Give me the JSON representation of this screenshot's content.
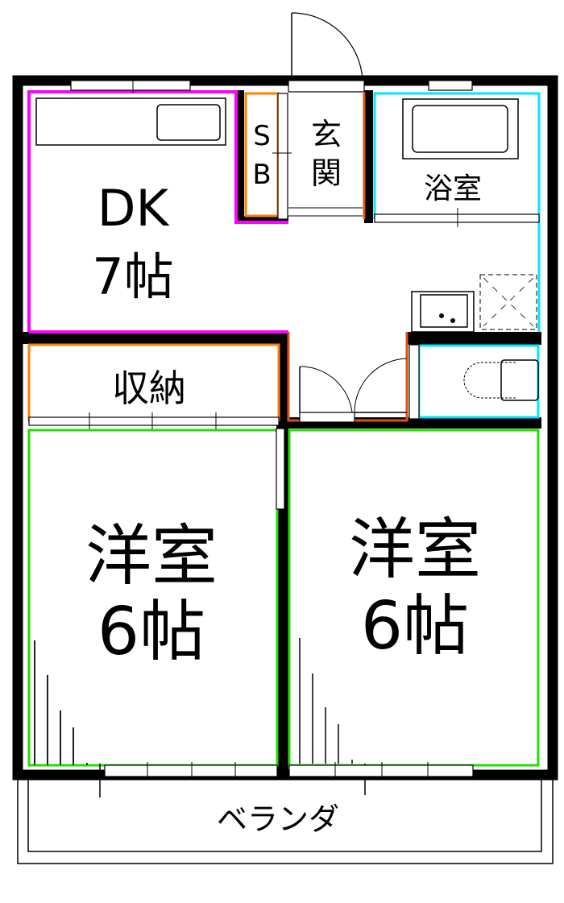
{
  "floorplan": {
    "rooms": {
      "dk": {
        "name": "DK",
        "size": "7帖"
      },
      "shoebox": {
        "line1": "S",
        "line2": "B"
      },
      "entrance": {
        "line1": "玄",
        "line2": "関"
      },
      "bath": {
        "name": "浴室"
      },
      "storage": {
        "name": "収納"
      },
      "western_left": {
        "name": "洋室",
        "size": "6帖"
      },
      "western_right": {
        "name": "洋室",
        "size": "6帖"
      },
      "balcony": {
        "name": "ベランダ"
      }
    },
    "colors": {
      "wall": "#000000",
      "dk": "#ff00ff",
      "storage": "#ff8000",
      "hall": "#e05010",
      "wet_area": "#00e5ff",
      "western": "#22dd00"
    }
  }
}
